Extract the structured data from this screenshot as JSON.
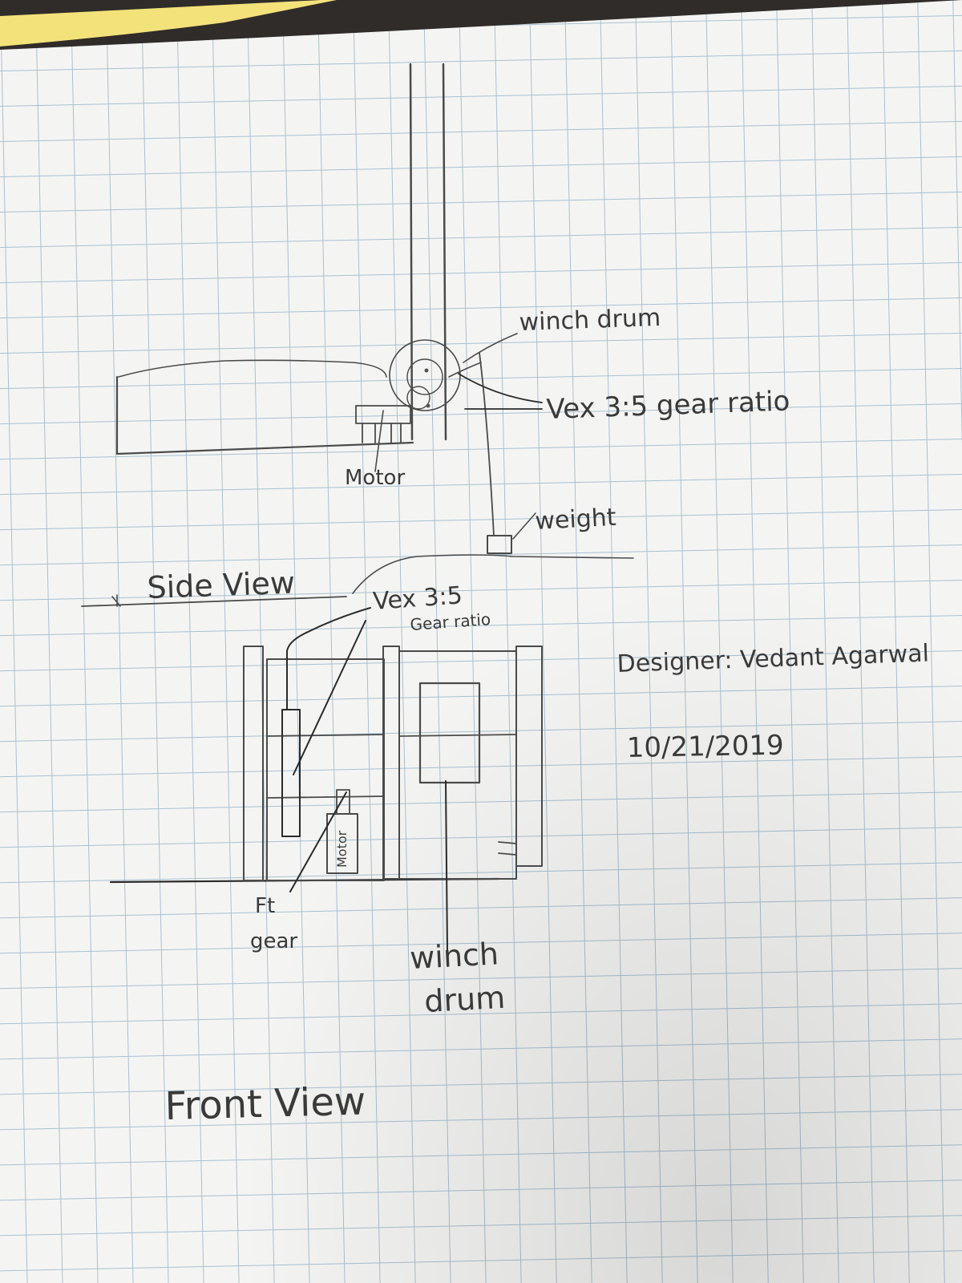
{
  "side_view": {
    "title": "Side View",
    "labels": {
      "winch_drum": "winch drum",
      "gear_ratio": "Vex 3:5 gear ratio",
      "motor": "Motor",
      "weight": "weight"
    }
  },
  "front_view": {
    "title": "Front View",
    "labels": {
      "gear_ratio_top": "Vex 3:5",
      "gear_ratio_bottom": "Gear ratio",
      "ft_gear_line1": "Ft",
      "ft_gear_line2": "gear",
      "winch_drum_line1": "winch",
      "winch_drum_line2": "drum",
      "motor": "Motor"
    }
  },
  "signature": {
    "designer": "Designer: Vedant Agarwal",
    "date": "10/21/2019"
  },
  "colors": {
    "paper": "#f4f5f3",
    "grid": "#a9bfd0",
    "ink": "#2a2a2a",
    "pencil": "#4a4a4a",
    "sticky_note": "#f3e27a"
  }
}
